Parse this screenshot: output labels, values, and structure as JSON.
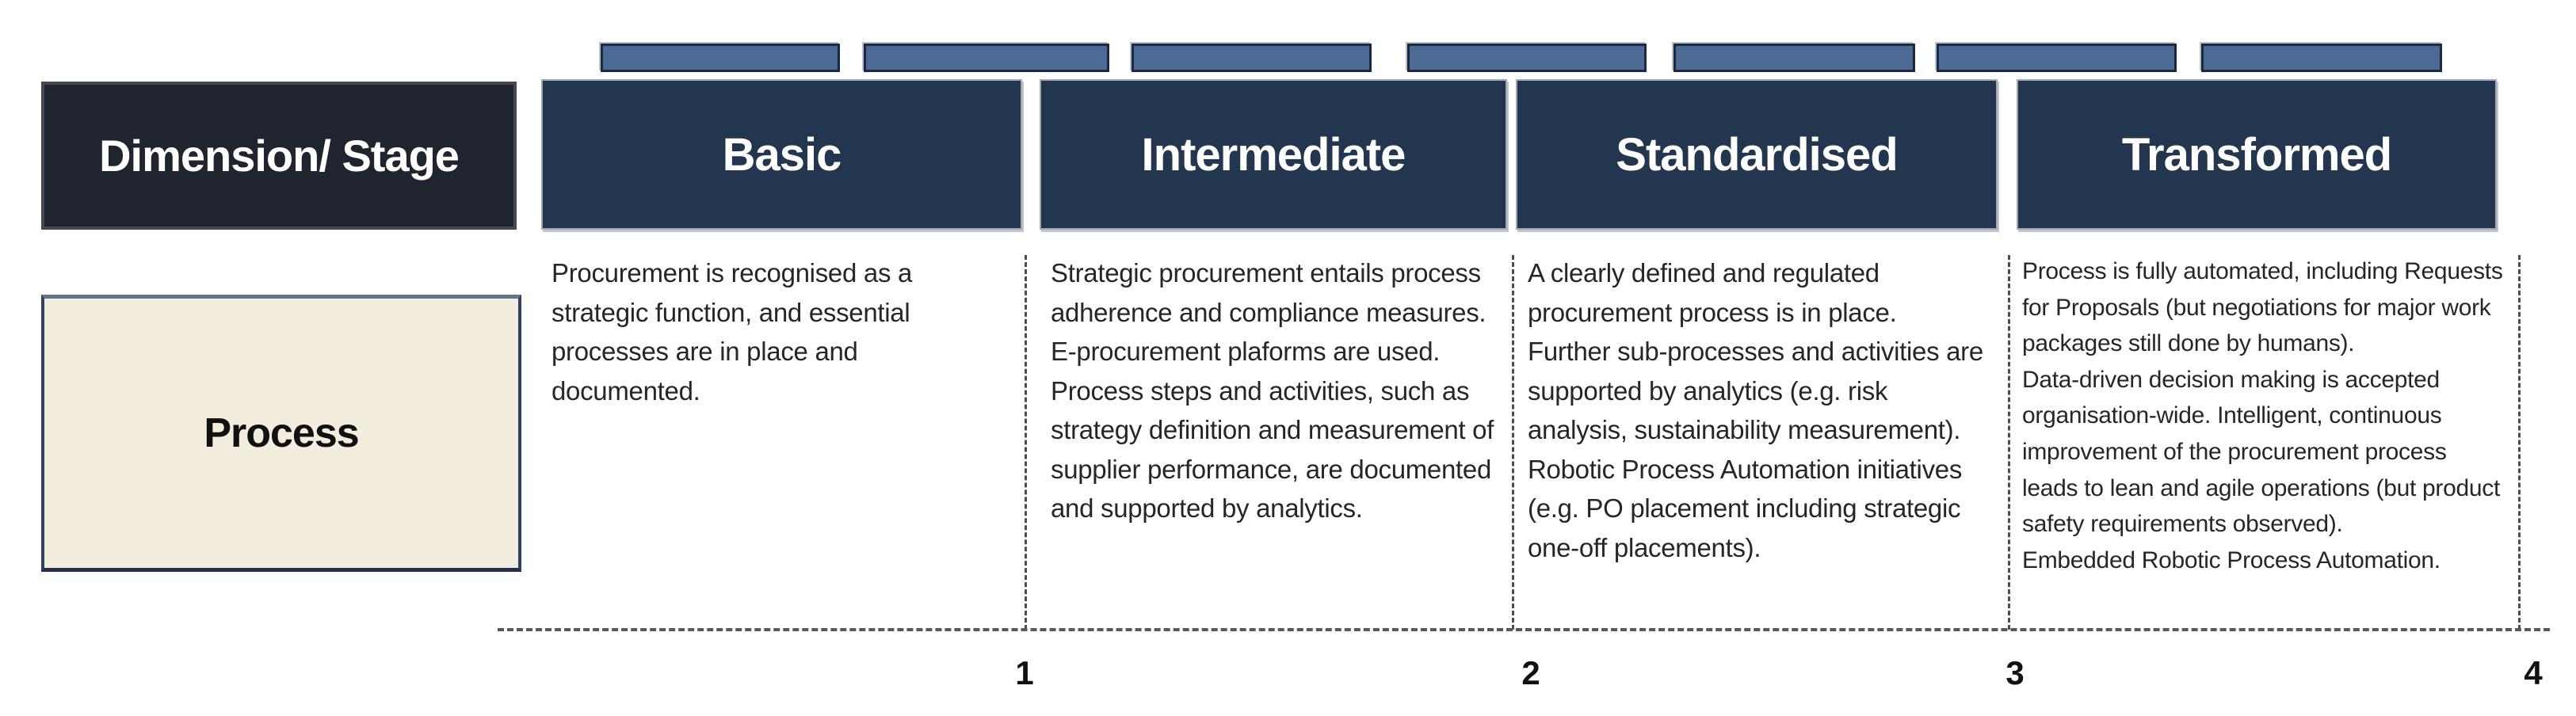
{
  "matrix": {
    "corner_label": "Dimension/ Stage",
    "dimension_label": "Process",
    "stages": [
      {
        "label": "Basic",
        "scale_value": "1",
        "description": "Procurement is recognised as a strategic function, and essential processes are in place and documented."
      },
      {
        "label": "Intermediate",
        "scale_value": "2",
        "description": "Strategic procurement entails process adherence and compliance measures.\nE-procurement plaforms are used.\nProcess steps and activities, such as strategy definition and measurement of supplier performance, are documented and supported by analytics."
      },
      {
        "label": "Standardised",
        "scale_value": "3",
        "description": "A clearly defined and regulated procurement process is in place.\nFurther sub-processes and activities are supported by analytics (e.g. risk analysis, sustainability measurement).\nRobotic Process Automation initiatives (e.g. PO placement including strategic one-off placements)."
      },
      {
        "label": "Transformed",
        "scale_value": "4",
        "description": "Process is fully automated, including Requests for Proposals (but negotiations for major work packages still done by humans).\nData-driven decision making is accepted organisation-wide. Intelligent, continuous improvement of the procurement process leads to lean and agile operations (but product safety requirements observed).\nEmbedded Robotic Process Automation."
      }
    ],
    "colors": {
      "header_navy": "#233650",
      "corner_dark": "#20242e",
      "bar_blue": "#4d6a95",
      "process_fill": "#f3edde",
      "text_dark": "#262626"
    }
  }
}
